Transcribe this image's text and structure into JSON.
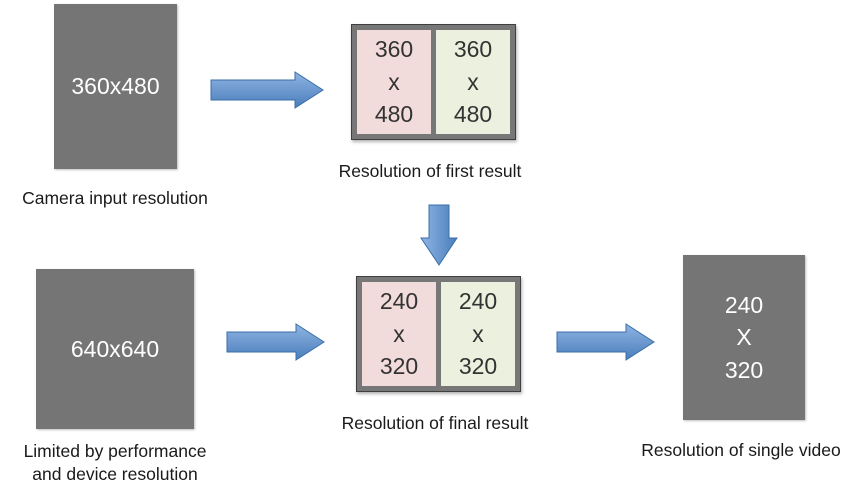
{
  "camera_box": {
    "text": "360x480"
  },
  "camera_caption": "Camera input resolution",
  "first_result": {
    "left": {
      "w": "360",
      "x": "x",
      "h": "480"
    },
    "right": {
      "w": "360",
      "x": "x",
      "h": "480"
    },
    "caption": "Resolution of first result"
  },
  "limited_box": {
    "text": "640x640"
  },
  "limited_caption": {
    "line1": "Limited by performance",
    "line2": "and device resolution"
  },
  "final_result": {
    "left": {
      "w": "240",
      "x": "x",
      "h": "320"
    },
    "right": {
      "w": "240",
      "x": "x",
      "h": "320"
    },
    "caption": "Resolution of final result"
  },
  "single_video": {
    "w": "240",
    "x": "X",
    "h": "320",
    "caption": "Resolution of single video"
  },
  "colors": {
    "gray_box": "#757575",
    "frame": "#777777",
    "pink_half": "#f2dcdb",
    "green_half": "#ebf1de",
    "arrow_fill": "#4f81bd",
    "arrow_stroke": "#3a6ea8"
  }
}
